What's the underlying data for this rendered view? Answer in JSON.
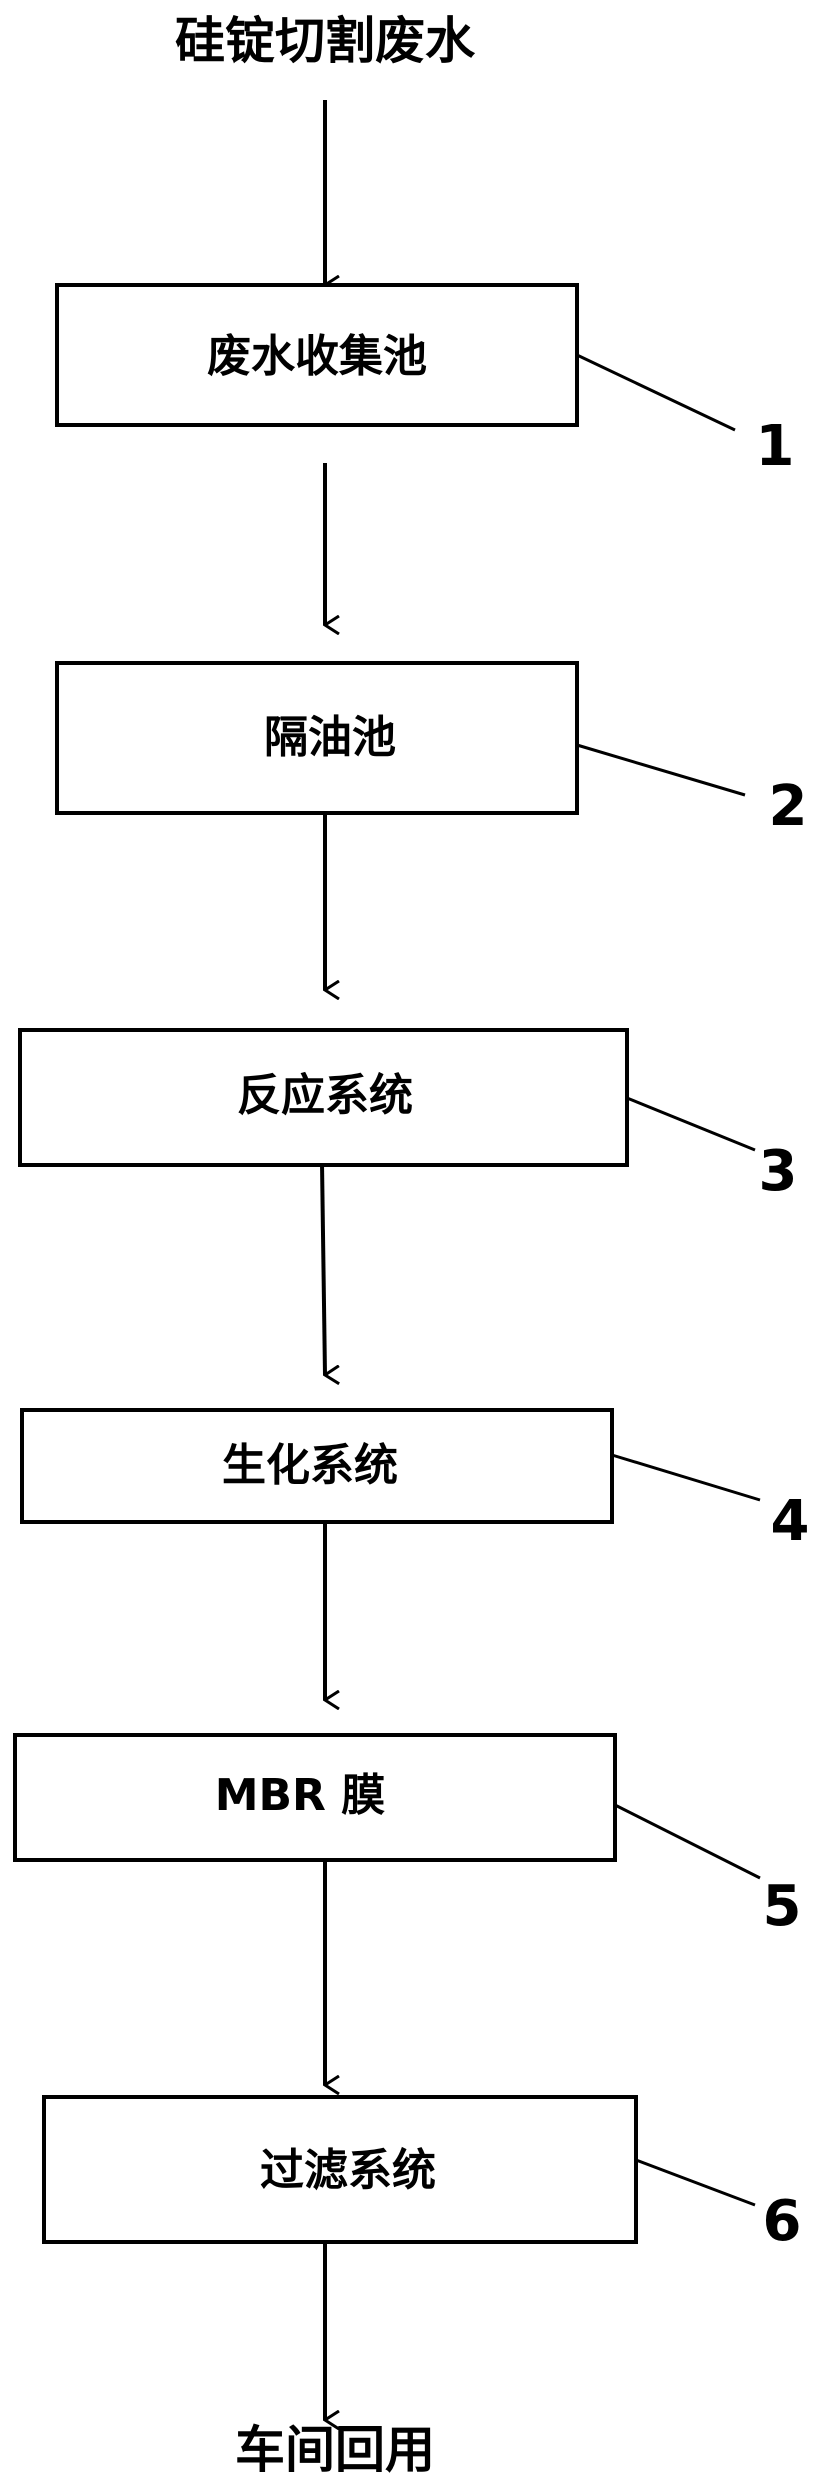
{
  "diagram": {
    "source": "硅锭切割废水",
    "steps": [
      {
        "label": "废水收集池",
        "number": "1"
      },
      {
        "label": "隔油池",
        "number": "2"
      },
      {
        "label": "反应系统",
        "number": "3"
      },
      {
        "label": "生化系统",
        "number": "4"
      },
      {
        "label": "MBR 膜",
        "number": "5"
      },
      {
        "label": "过滤系统",
        "number": "6"
      }
    ],
    "sink": "车间回用",
    "line_color": "#000000"
  }
}
